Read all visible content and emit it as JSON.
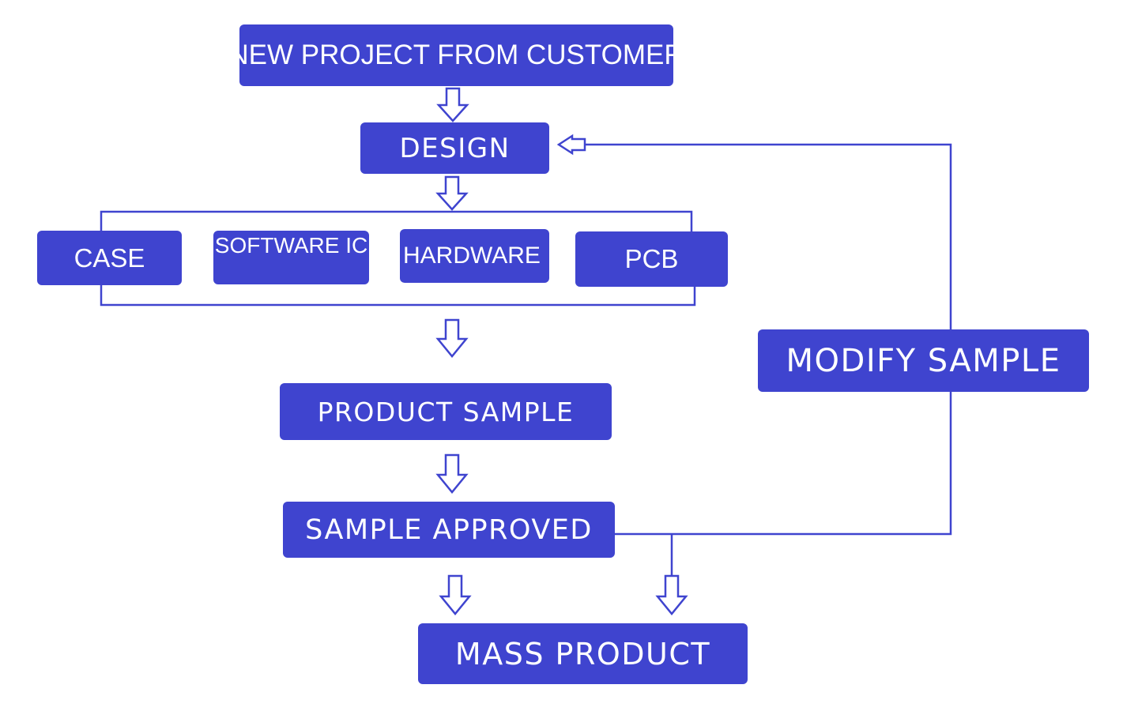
{
  "colors": {
    "box_fill": "#3f44cf",
    "line": "#3f44cf",
    "text": "#ffffff",
    "background": "#ffffff"
  },
  "nodes": {
    "new_project": "NEW PROJECT FROM CUSTOMER",
    "design": "DESIGN",
    "case": "CASE",
    "software_ic": "SOFTWARE IC",
    "hardware": "HARDWARE",
    "pcb": "PCB",
    "product_sample": "PRODUCT SAMPLE",
    "sample_approved": "SAMPLE APPROVED",
    "mass_product": "MASS PRODUCT",
    "modify_sample": "MODIFY SAMPLE"
  },
  "edges": [
    {
      "from": "NEW PROJECT FROM CUSTOMER",
      "to": "DESIGN"
    },
    {
      "from": "DESIGN",
      "to": "CASE / SOFTWARE IC / HARDWARE / PCB"
    },
    {
      "from": "CASE / SOFTWARE IC / HARDWARE / PCB",
      "to": "PRODUCT SAMPLE"
    },
    {
      "from": "PRODUCT SAMPLE",
      "to": "SAMPLE APPROVED"
    },
    {
      "from": "SAMPLE APPROVED",
      "to": "MASS PRODUCT"
    },
    {
      "from": "SAMPLE APPROVED",
      "to": "MODIFY SAMPLE"
    },
    {
      "from": "MODIFY SAMPLE",
      "to": "DESIGN"
    }
  ]
}
